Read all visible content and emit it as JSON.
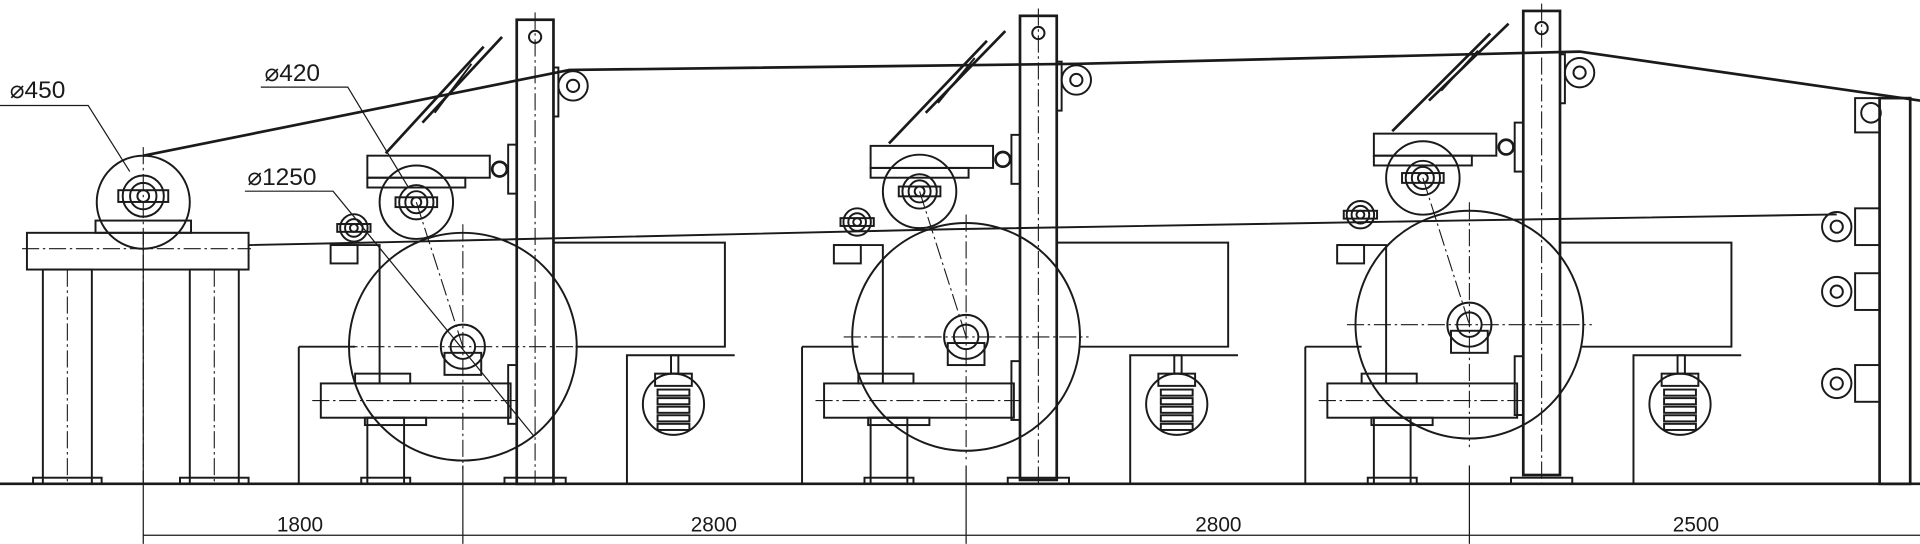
{
  "drawing": {
    "diameter_labels": [
      {
        "id": "unwind-roller",
        "text": "⌀450"
      },
      {
        "id": "press-roller",
        "text": "⌀420"
      },
      {
        "id": "drum",
        "text": "⌀1250"
      }
    ],
    "dimensions": [
      "1800",
      "2800",
      "2800",
      "2500"
    ],
    "colors": {
      "line": "#1a1a1a",
      "background": "#ffffff"
    }
  }
}
